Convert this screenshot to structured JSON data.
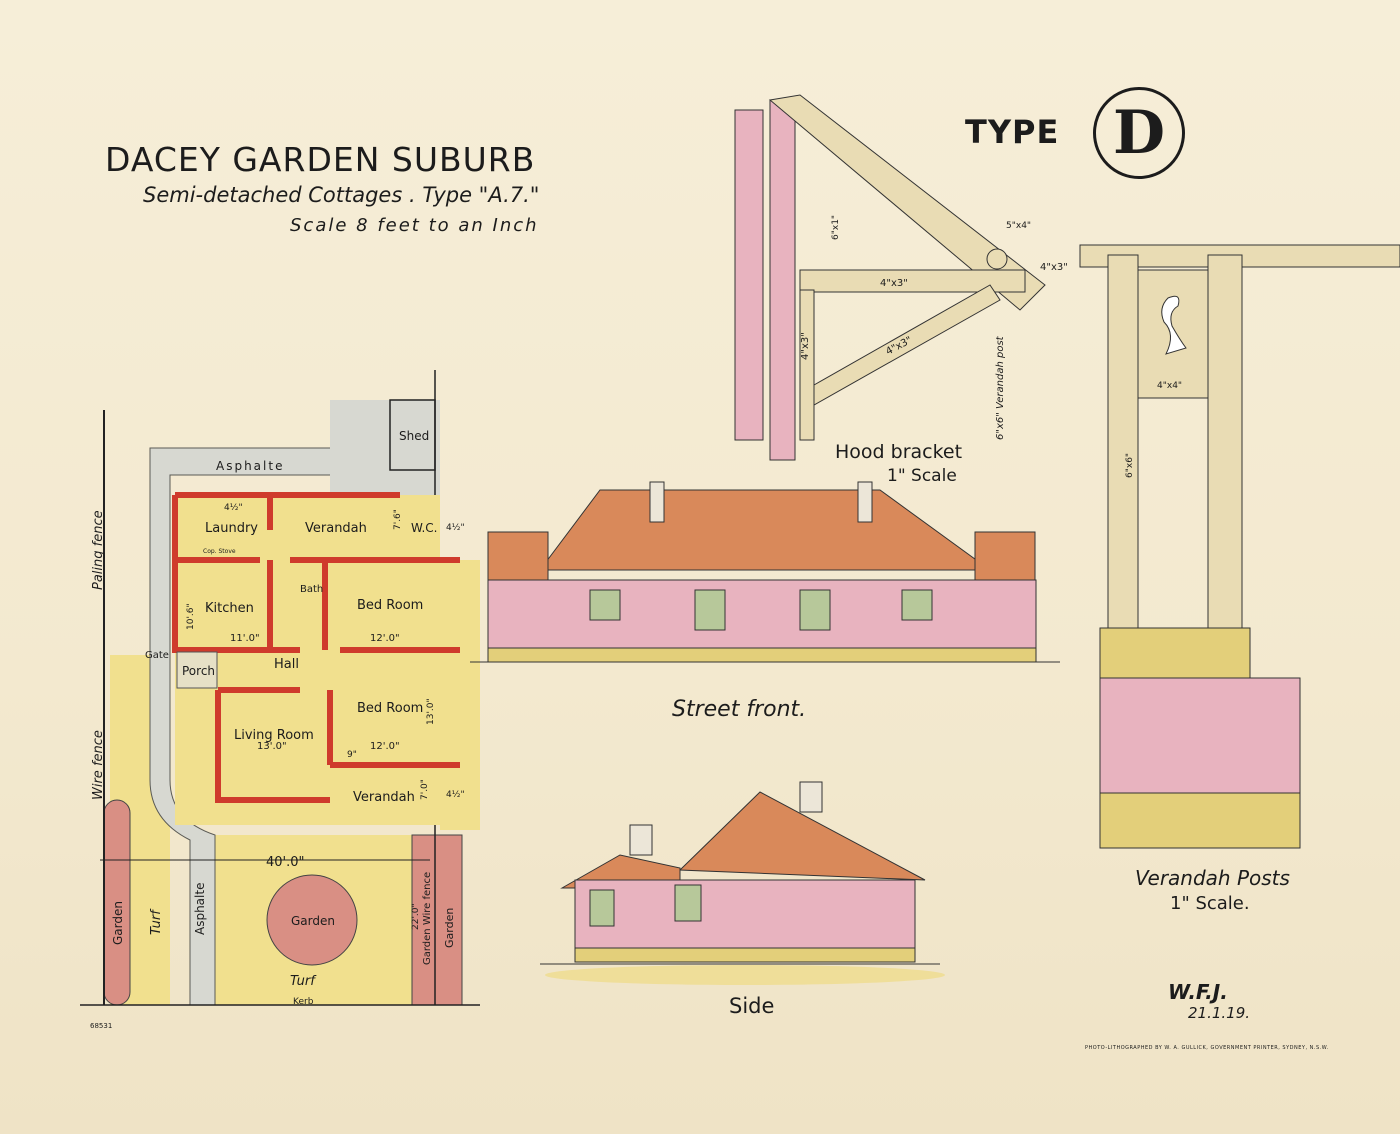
{
  "title": "DACEY GARDEN SUBURB",
  "subtitle": "Semi-detached Cottages . Type \"A.7.\"",
  "scale_note": "Scale 8 feet to an Inch",
  "type_label": "TYPE",
  "type_letter": "D",
  "plan_labels": {
    "shed": "Shed",
    "asphalte_top": "Asphalte",
    "laundry": "Laundry",
    "verandah_back": "Verandah",
    "wc": "W.C.",
    "copper": "Cop. Stove",
    "kitchen": "Kitchen",
    "bath": "Bath",
    "bed_room_1": "Bed Room",
    "hall": "Hall",
    "porch": "Porch",
    "gate": "Gate",
    "living_room": "Living Room",
    "bed_room_2": "Bed Room",
    "verandah_front": "Verandah",
    "paling_fence": "Paling fence",
    "wire_fence": "Wire fence",
    "garden_left": "Garden",
    "turf_left": "Turf",
    "asphalte_left": "Asphalte",
    "garden_circle": "Garden",
    "turf_bottom": "Turf",
    "kerb": "Kerb",
    "garden_wire_fence": "Garden Wire fence",
    "garden_right": "Garden",
    "dim_40": "40'.0\"",
    "dim_22": "22'.0\"",
    "dim_12a": "12'.0\"",
    "dim_12b": "12'.0\"",
    "dim_13": "13'.0\"",
    "dim_11": "11'.0\"",
    "dim_7_6": "7'.6\"",
    "dim_7": "7'.0\"",
    "dim_4_half_a": "4½\"",
    "dim_4_half_b": "4½\"",
    "dim_4_half_c": "4½\"",
    "dim_9": "9\"",
    "dim_13b": "13'.0\"",
    "dim_10_6": "10'.6\""
  },
  "hood_labels": {
    "m_5x4": "5\"x4\"",
    "m_4x3_a": "4\"x3\"",
    "m_4x3_b": "4\"x3\"",
    "m_4x3_c": "4\"x3\"",
    "m_4x3_d": "4\"x3\"",
    "m_6x1": "6\"x1\"",
    "post": "6\"x6\" Verandah post"
  },
  "post_labels": {
    "m_4x4": "4\"x4\"",
    "m_6x6": "6\"x6\""
  },
  "captions": {
    "hood_bracket": "Hood bracket",
    "hood_scale": "1\" Scale",
    "street_front": "Street front.",
    "side": "Side",
    "verandah_posts": "Verandah Posts",
    "posts_scale": "1\" Scale."
  },
  "signature": "W.F.J.",
  "date": "21.1.19.",
  "reference_no": "68531",
  "printer": "PHOTO-LITHOGRAPHED BY W. A. GULLICK, GOVERNMENT PRINTER, SYDNEY, N.S.W.",
  "colors": {
    "paper": "#f5ecd4",
    "wall_red": "#cf3b2c",
    "roof_orange": "#d9895a",
    "wall_pink": "#e8b3bf",
    "timber": "#e9dcb4",
    "garden_pink": "#d98f84",
    "yellow": "#f1e08e",
    "asphalt_grey": "#d7d8d1"
  }
}
